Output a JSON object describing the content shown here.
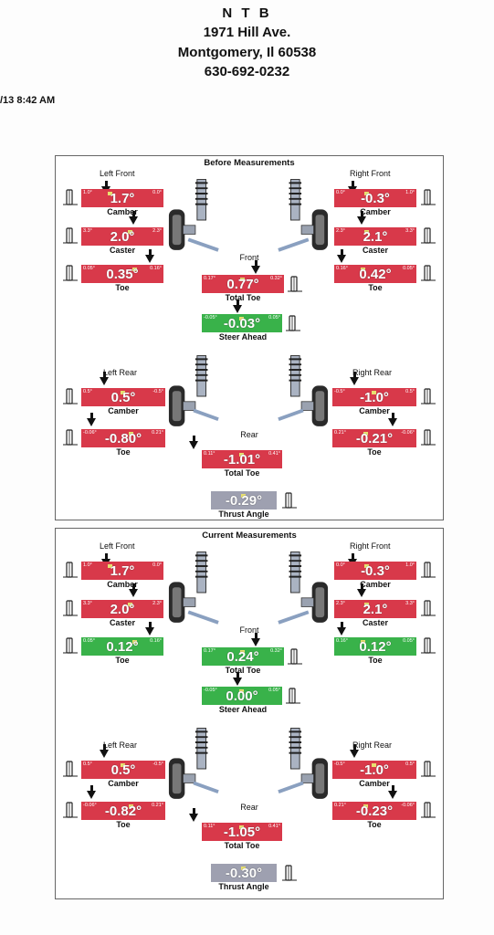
{
  "header": {
    "shop": "N T B",
    "address": "1971 Hill Ave.",
    "city": "Montgomery, Il 60538",
    "phone": "630-692-0232",
    "datetime": "/13 8:42 AM"
  },
  "icons": {
    "camber": "camber-gauge-icon",
    "caster": "caster-gauge-icon",
    "toe": "toe-gauge-icon",
    "steer": "steer-ahead-icon",
    "thrust": "thrust-angle-icon"
  },
  "colors": {
    "out_of_spec": "#d8394a",
    "in_spec": "#39b24a",
    "info": "#9ea0b0"
  },
  "sections": [
    {
      "title": "Before Measurements",
      "front_label": "Front",
      "rear_label": "Rear",
      "left_front": {
        "label": "Left Front",
        "camber": {
          "name": "Camber",
          "min": "1.0°",
          "max": "0.0°",
          "value": "1.7°",
          "status": "red"
        },
        "caster": {
          "name": "Caster",
          "min": "3.3°",
          "max": "2.3°",
          "value": "2.0°",
          "status": "red"
        },
        "toe": {
          "name": "Toe",
          "min": "0.05°",
          "max": "0.16°",
          "value": "0.35°",
          "status": "red"
        }
      },
      "right_front": {
        "label": "Right Front",
        "camber": {
          "name": "Camber",
          "min": "0.0°",
          "max": "1.0°",
          "value": "-0.3°",
          "status": "red"
        },
        "caster": {
          "name": "Caster",
          "min": "2.3°",
          "max": "3.3°",
          "value": "2.1°",
          "status": "red"
        },
        "toe": {
          "name": "Toe",
          "min": "0.16°",
          "max": "0.05°",
          "value": "0.42°",
          "status": "red"
        }
      },
      "total_toe_front": {
        "name": "Total Toe",
        "min": "0.17°",
        "max": "0.32°",
        "value": "0.77°",
        "status": "red"
      },
      "steer_ahead": {
        "name": "Steer Ahead",
        "min": "-0.05°",
        "max": "0.05°",
        "value": "-0.03°",
        "status": "green"
      },
      "left_rear": {
        "label": "Left Rear",
        "camber": {
          "name": "Camber",
          "min": "0.5°",
          "max": "-0.5°",
          "value": "0.5°",
          "status": "red"
        },
        "toe": {
          "name": "Toe",
          "min": "-0.06°",
          "max": "0.21°",
          "value": "-0.80°",
          "status": "red"
        }
      },
      "right_rear": {
        "label": "Right Rear",
        "camber": {
          "name": "Camber",
          "min": "-0.5°",
          "max": "0.5°",
          "value": "-1.0°",
          "status": "red"
        },
        "toe": {
          "name": "Toe",
          "min": "0.21°",
          "max": "-0.06°",
          "value": "-0.21°",
          "status": "red"
        }
      },
      "total_toe_rear": {
        "name": "Total Toe",
        "min": "0.11°",
        "max": "0.41°",
        "value": "-1.01°",
        "status": "red"
      },
      "thrust_angle": {
        "name": "Thrust Angle",
        "value": "-0.29°",
        "status": "gray"
      }
    },
    {
      "title": "Current Measurements",
      "front_label": "Front",
      "rear_label": "Rear",
      "left_front": {
        "label": "Left Front",
        "camber": {
          "name": "Camber",
          "min": "1.0°",
          "max": "0.0°",
          "value": "1.7°",
          "status": "red"
        },
        "caster": {
          "name": "Caster",
          "min": "3.3°",
          "max": "2.3°",
          "value": "2.0°",
          "status": "red"
        },
        "toe": {
          "name": "Toe",
          "min": "0.05°",
          "max": "0.16°",
          "value": "0.12°",
          "status": "green"
        }
      },
      "right_front": {
        "label": "Right Front",
        "camber": {
          "name": "Camber",
          "min": "0.0°",
          "max": "1.0°",
          "value": "-0.3°",
          "status": "red"
        },
        "caster": {
          "name": "Caster",
          "min": "2.3°",
          "max": "3.3°",
          "value": "2.1°",
          "status": "red"
        },
        "toe": {
          "name": "Toe",
          "min": "0.16°",
          "max": "0.05°",
          "value": "0.12°",
          "status": "green"
        }
      },
      "total_toe_front": {
        "name": "Total Toe",
        "min": "0.17°",
        "max": "0.32°",
        "value": "0.24°",
        "status": "green"
      },
      "steer_ahead": {
        "name": "Steer Ahead",
        "min": "-0.05°",
        "max": "0.05°",
        "value": "0.00°",
        "status": "green"
      },
      "left_rear": {
        "label": "Left Rear",
        "camber": {
          "name": "Camber",
          "min": "0.5°",
          "max": "-0.5°",
          "value": "0.5°",
          "status": "red"
        },
        "toe": {
          "name": "Toe",
          "min": "-0.06°",
          "max": "0.21°",
          "value": "-0.82°",
          "status": "red"
        }
      },
      "right_rear": {
        "label": "Right Rear",
        "camber": {
          "name": "Camber",
          "min": "-0.5°",
          "max": "0.5°",
          "value": "-1.0°",
          "status": "red"
        },
        "toe": {
          "name": "Toe",
          "min": "0.21°",
          "max": "-0.06°",
          "value": "-0.23°",
          "status": "red"
        }
      },
      "total_toe_rear": {
        "name": "Total Toe",
        "min": "0.11°",
        "max": "0.41°",
        "value": "-1.05°",
        "status": "red"
      },
      "thrust_angle": {
        "name": "Thrust Angle",
        "value": "-0.30°",
        "status": "gray"
      }
    }
  ]
}
